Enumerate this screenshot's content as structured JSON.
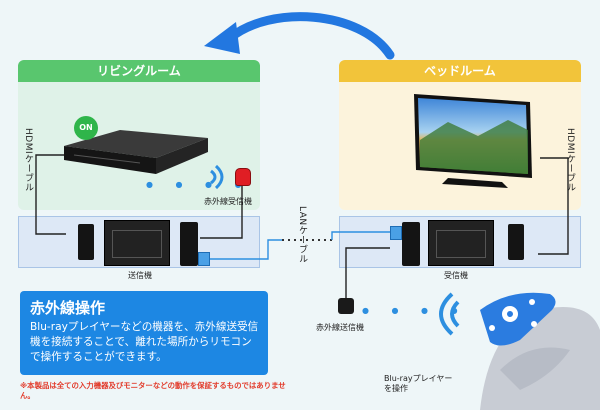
{
  "rooms": {
    "living": {
      "title": "リビングルーム"
    },
    "bed": {
      "title": "ベッドルーム"
    }
  },
  "labels": {
    "on_badge": "ON",
    "hdmi_left": "HDMIケーブル",
    "hdmi_right": "HDMIケーブル",
    "ir_receiver": "赤外線受信機",
    "lan_cable": "LANケーブル",
    "transmitter": "送信機",
    "receiver": "受信機",
    "ir_transmitter": "赤外線送信機",
    "remote_caption": "Blu-rayプレイヤー\nを操作"
  },
  "info": {
    "title": "赤外線操作",
    "body": "Blu-rayプレイヤーなどの機器を、赤外線送受信機を接続することで、離れた場所からリモコンで操作することができます。"
  },
  "note": "※本製品は全ての入力機器及びモニターなどの動作を保証するものではありません。",
  "colors": {
    "living_label": "#59c66e",
    "living_bg": "#dff2e8",
    "bed_label": "#f2c43a",
    "bed_bg": "#fcf3dc",
    "accent_blue": "#1d87e3",
    "arrow_blue": "#2277e0",
    "on_green": "#2fb54a",
    "ir_red": "#e01e24",
    "note_red": "#e23a2a"
  }
}
